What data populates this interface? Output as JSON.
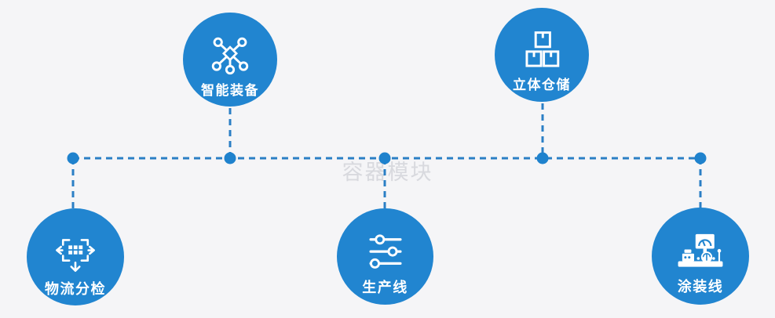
{
  "colors": {
    "accent": "#2185d0",
    "line": "#2b7fc5",
    "dot": "#1f82cd",
    "background": "#f5f5f7",
    "watermark": "#d8d9de",
    "label": "#ffffff",
    "icon": "#ffffff"
  },
  "watermark": {
    "text": "容器模块"
  },
  "nodes": [
    {
      "id": "smart-equipment",
      "label": "智能装备",
      "icon": "network-nodes-icon"
    },
    {
      "id": "warehouse",
      "label": "立体仓储",
      "icon": "stacked-boxes-icon"
    },
    {
      "id": "logistics",
      "label": "物流分检",
      "icon": "distribute-arrows-icon"
    },
    {
      "id": "production",
      "label": "生产线",
      "icon": "sliders-icon"
    },
    {
      "id": "painting",
      "label": "涂装线",
      "icon": "machine-monitor-icon"
    }
  ]
}
